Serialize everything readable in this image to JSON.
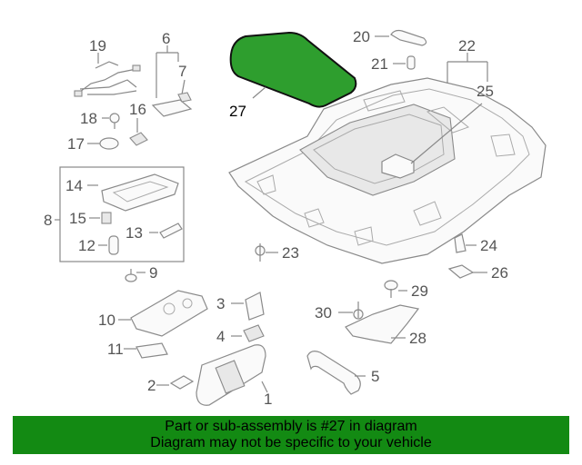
{
  "callouts": [
    {
      "id": "n1",
      "text": "1"
    },
    {
      "id": "n2",
      "text": "2"
    },
    {
      "id": "n3",
      "text": "3"
    },
    {
      "id": "n4",
      "text": "4"
    },
    {
      "id": "n5",
      "text": "5"
    },
    {
      "id": "n6",
      "text": "6"
    },
    {
      "id": "n7",
      "text": "7"
    },
    {
      "id": "n8",
      "text": "8"
    },
    {
      "id": "n9",
      "text": "9"
    },
    {
      "id": "n10",
      "text": "10"
    },
    {
      "id": "n11",
      "text": "11"
    },
    {
      "id": "n12",
      "text": "12"
    },
    {
      "id": "n13",
      "text": "13"
    },
    {
      "id": "n14",
      "text": "14"
    },
    {
      "id": "n15",
      "text": "15"
    },
    {
      "id": "n16",
      "text": "16"
    },
    {
      "id": "n17",
      "text": "17"
    },
    {
      "id": "n18",
      "text": "18"
    },
    {
      "id": "n19",
      "text": "19"
    },
    {
      "id": "n20",
      "text": "20"
    },
    {
      "id": "n21",
      "text": "21"
    },
    {
      "id": "n22",
      "text": "22"
    },
    {
      "id": "n23",
      "text": "23"
    },
    {
      "id": "n24",
      "text": "24"
    },
    {
      "id": "n25",
      "text": "25"
    },
    {
      "id": "n26",
      "text": "26"
    },
    {
      "id": "n27",
      "text": "27"
    },
    {
      "id": "n28",
      "text": "28"
    },
    {
      "id": "n29",
      "text": "29"
    },
    {
      "id": "n30",
      "text": "30"
    }
  ],
  "highlight": {
    "part": "27",
    "color": "#2e9e2e"
  },
  "banner": {
    "line1": "Part or sub-assembly is #27 in diagram",
    "line2": "Diagram may not be specific to your vehicle",
    "color": "#138a13"
  }
}
